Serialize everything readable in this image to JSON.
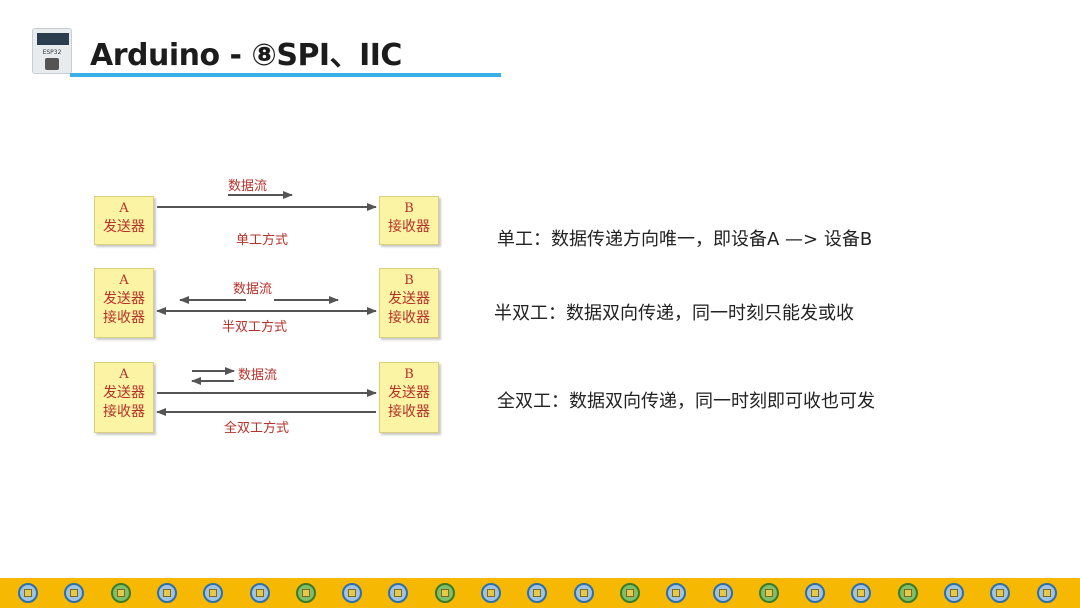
{
  "header": {
    "logo_label": "ESP32",
    "title": "Arduino - ⑧SPI、IIC"
  },
  "colors": {
    "title_underline": "#3bb0e8",
    "box_fill": "#fbf4a4",
    "diagram_text": "#b5322a",
    "footer_band": "#f6b800"
  },
  "diagram": {
    "simplex": {
      "box_a": [
        "A",
        "发送器"
      ],
      "box_b": [
        "B",
        "接收器"
      ],
      "flow_label": "数据流",
      "mode_label": "单工方式"
    },
    "half_duplex": {
      "box_a": [
        "A",
        "发送器",
        "接收器"
      ],
      "box_b": [
        "B",
        "发送器",
        "接收器"
      ],
      "flow_label": "数据流",
      "mode_label": "半双工方式"
    },
    "full_duplex": {
      "box_a": [
        "A",
        "发送器",
        "接收器"
      ],
      "box_b": [
        "B",
        "发送器",
        "接收器"
      ],
      "flow_label": "数据流",
      "mode_label": "全双工方式"
    }
  },
  "descriptions": {
    "simplex": "单工：数据传递方向唯一，即设备A —> 设备B",
    "half_duplex": "半双工：数据双向传递，同一时刻只能发或收",
    "full_duplex": "全双工：数据双向传递，同一时刻即可收也可发"
  },
  "footer": {
    "icon_name": "chip-icon",
    "icon_colors": [
      "blue",
      "blue",
      "green",
      "blue",
      "blue",
      "blue",
      "green",
      "blue",
      "blue",
      "green",
      "blue",
      "blue",
      "blue",
      "green",
      "blue",
      "blue",
      "green",
      "blue",
      "blue",
      "green",
      "blue",
      "blue",
      "blue"
    ]
  }
}
